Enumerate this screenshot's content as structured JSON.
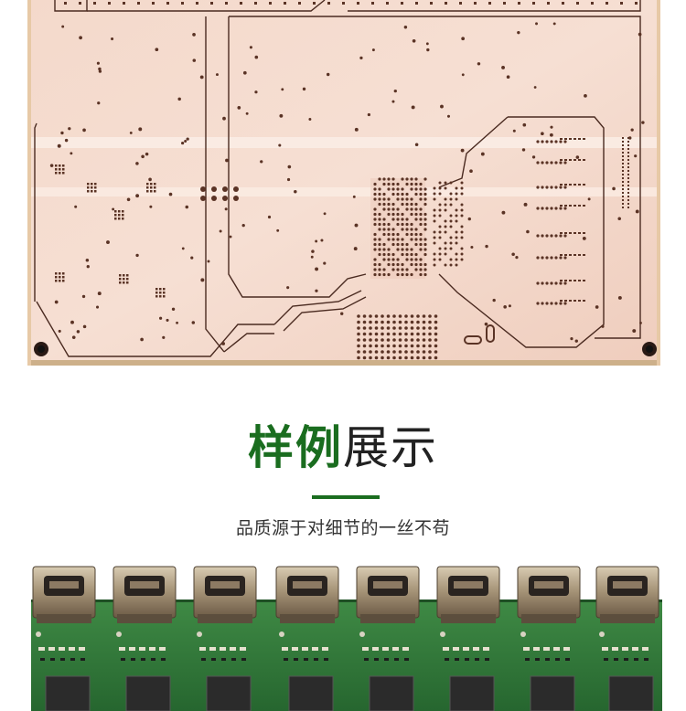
{
  "heading": {
    "accent": "样例",
    "rest": "展示"
  },
  "subtitle": "品质源于对细节的一丝不苟",
  "colors": {
    "accent_green": "#1a6d1f",
    "board_copper": "#f2d3c4",
    "board_green": "#2f7a3a"
  },
  "images": {
    "top": "bare-copper-pcb-photo",
    "bottom": "green-pcb-with-hdmi-connectors-photo"
  }
}
